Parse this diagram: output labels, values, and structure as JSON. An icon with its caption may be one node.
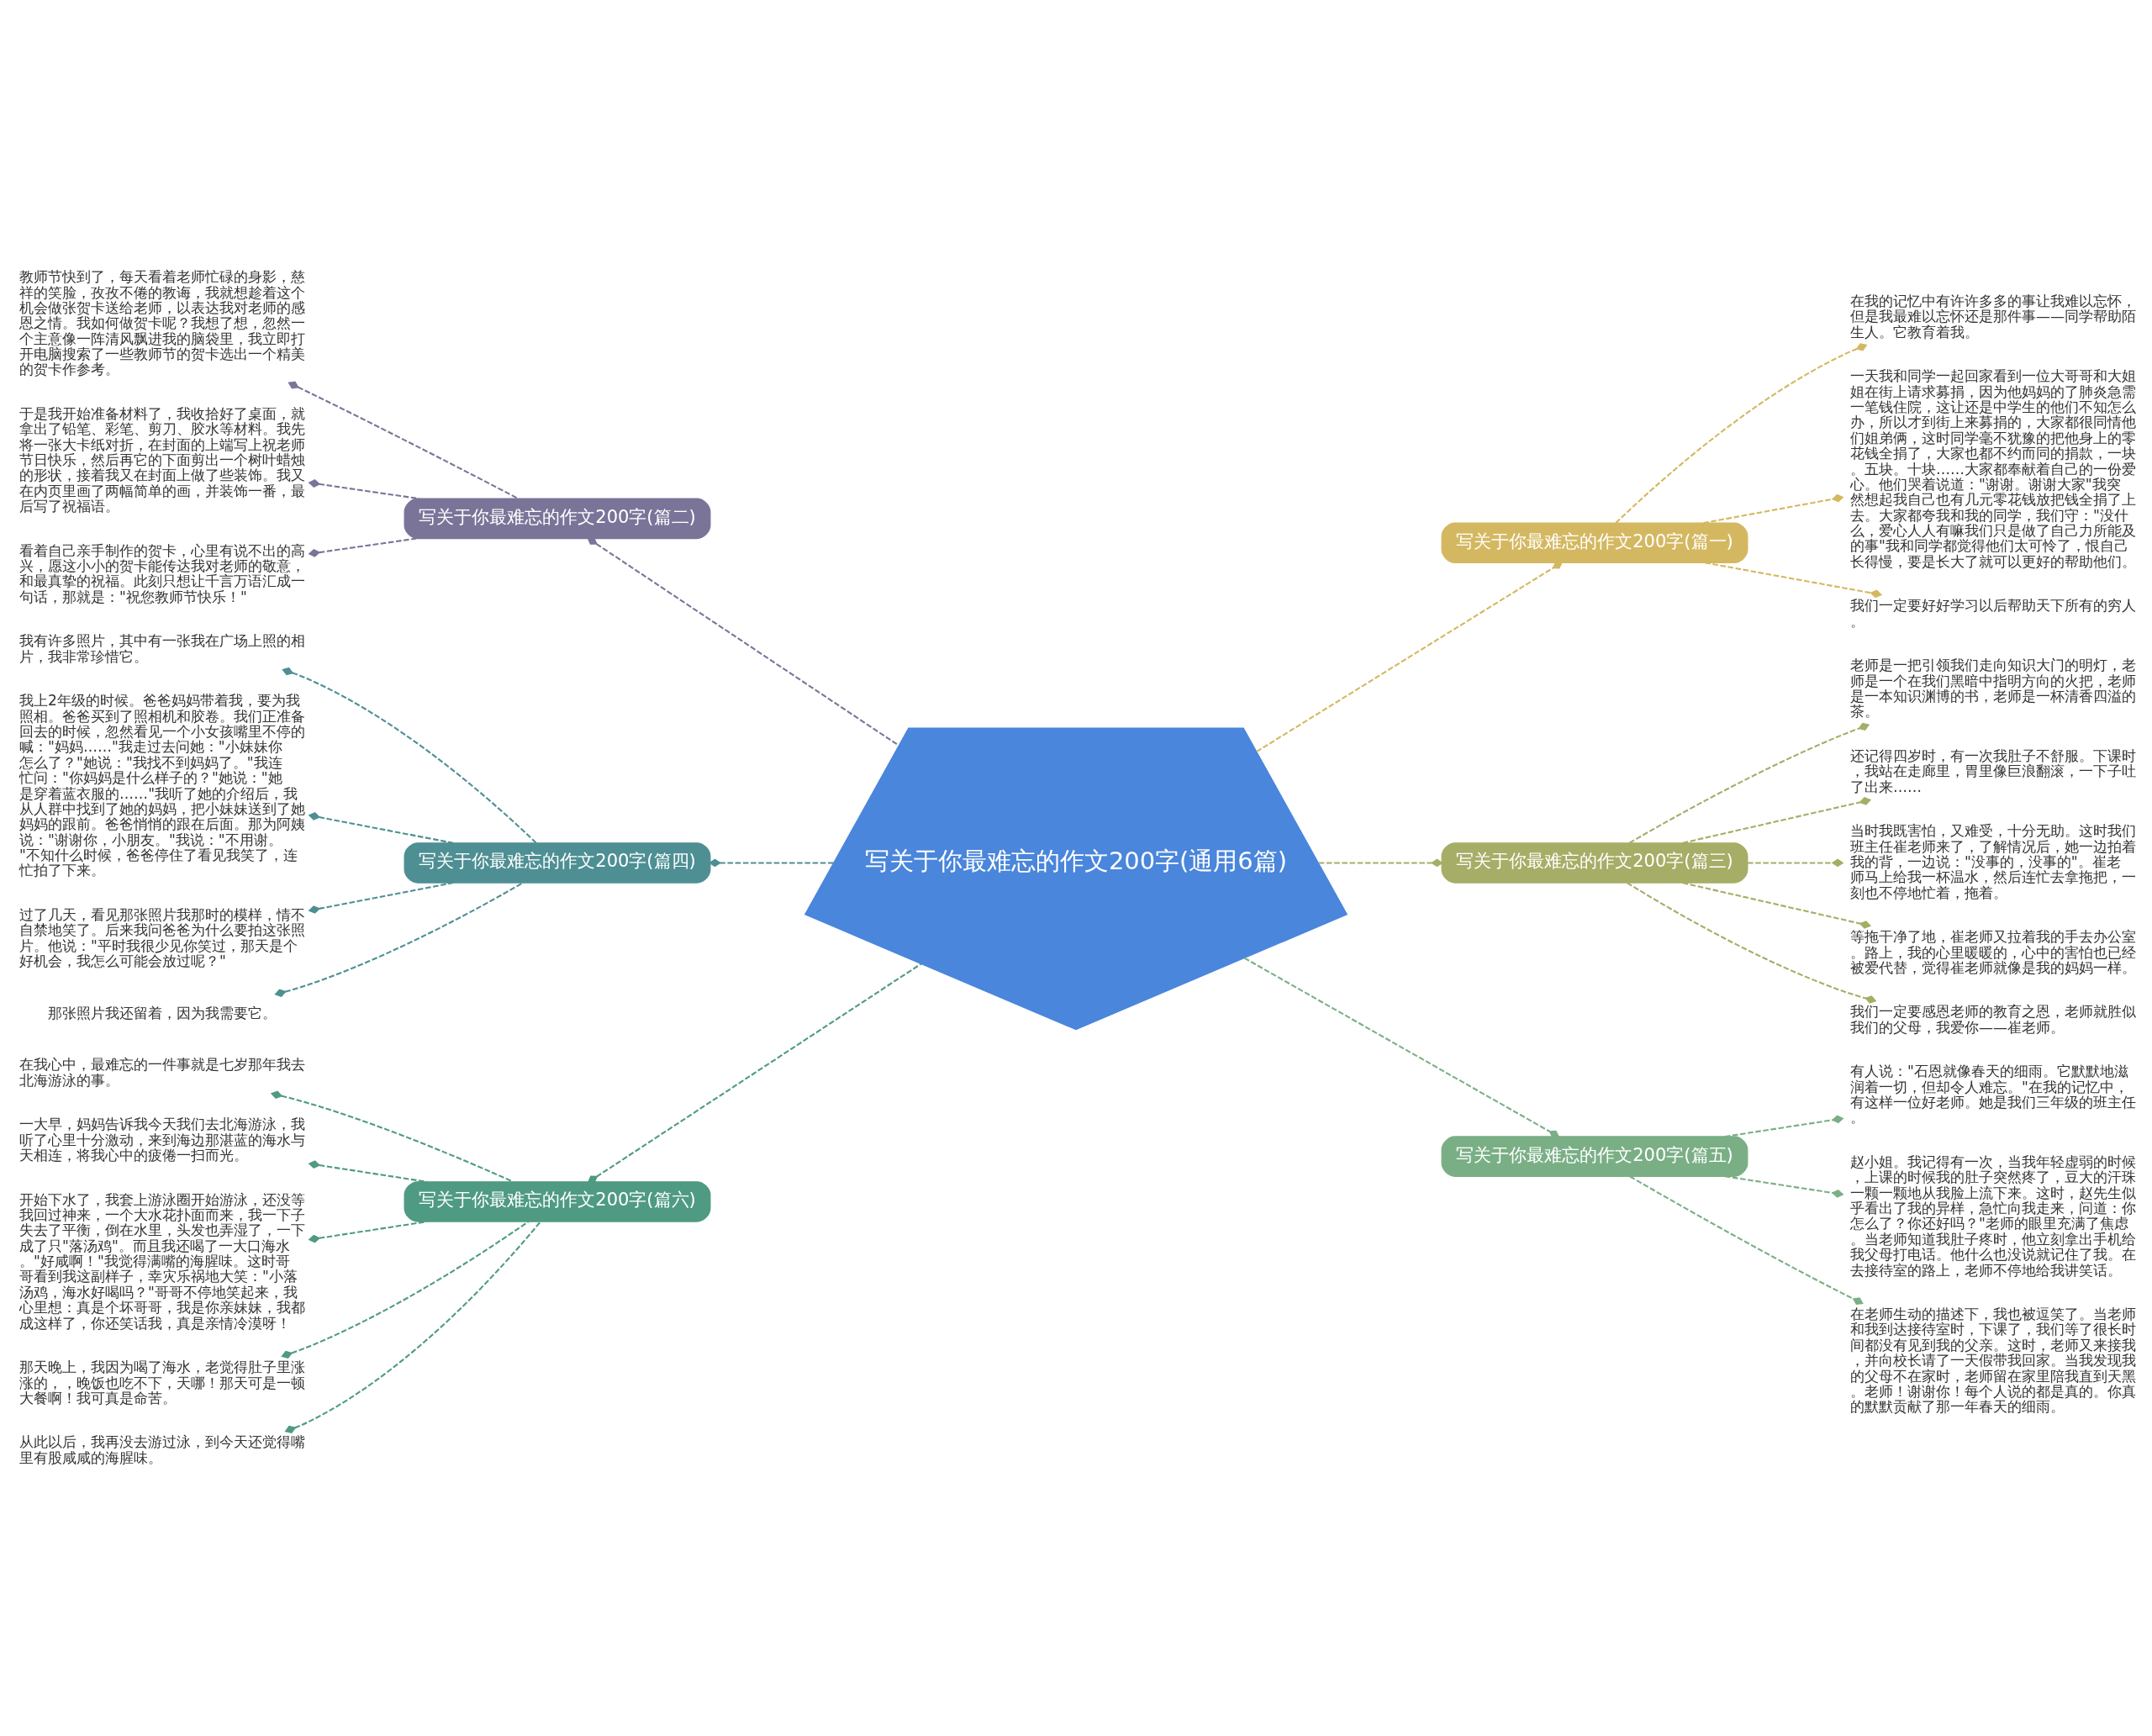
{
  "diagram": {
    "nodes": [
      {
        "text": [
          "写关于你最难忘的作文200字(通用6篇)"
        ]
      },
      {
        "text": [
          "写关于你最难忘的作文200字(篇二)"
        ]
      },
      {
        "text": [
          "教师节快到了，每天看着老师忙碌的身影，慈祥的笑脸，孜孜不倦的教诲，我就想趁着这个机会做张贺卡送给老师，以表达我对老师的感恩之情。我如何做贺卡呢？我想了想，忽然一个主意像一阵清风飘进我的脑袋里，我立即打开电脑搜索了一些教师节的贺卡选出一个精美的贺卡作参考。"
        ]
      },
      {
        "text": [
          "于是我开始准备材料了，我收拾好了桌面，就拿出了铅笔、彩笔、剪刀、胶水等材料。我先将一张大卡纸对折，在封面的上端写上祝老师节日快乐，然后再它的下面剪出一个树叶蜡烛的形状，接着我又在封面上做了些装饰。我又在内页里画了两幅简单的画，并装饰一番，最后写了祝福语。"
        ]
      },
      {
        "text": [
          "看着自己亲手制作的贺卡，心里有说不出的高兴，愿这小小的贺卡能传达我对老师的敬意，和最真挚的祝福。此刻只想让千言万语汇成一句话，那就是：\"祝您教师节快乐！\""
        ]
      },
      {
        "text": [
          "写关于你最难忘的作文200字(篇一)"
        ]
      },
      {
        "text": [
          "在我的记忆中有许许多多的事让我难以忘怀，但是我最难以忘怀还是那件事——同学帮助陌生人。它教育着我。"
        ]
      },
      {
        "text": [
          "一天我和同学一起回家看到一位大哥哥和大姐姐在街上请求募捐，因为他妈妈的了肺炎急需一笔钱住院，这让还是中学生的他们不知怎么办，所以才到街上来募捐的，大家都很同情他们姐弟俩，这时同学毫不犹豫的把他身上的零花钱全捐了，大家也都不约而同的捐款，一块。五块。十块……大家都奉献着自己的一份爱心。他们哭着说道：\"谢谢。谢谢大家\"我突然想起我自己也有几元零花钱放把钱全捐了上去。大家都夸我和我的同学，我们守：\"没什么，爱心人人有嘛我们只是做了自己力所能及的事\"我和同学都觉得他们太可怜了，恨自己长得慢，要是长大了就可以更好的帮助他们。"
        ]
      },
      {
        "text": [
          "我们一定要好好学习以后帮助天下所有的穷人。"
        ]
      },
      {
        "text": [
          "写关于你最难忘的作文200字(篇四)"
        ]
      },
      {
        "text": [
          "我有许多照片，其中有一张我在广场上照的相片，我非常珍惜它。"
        ]
      },
      {
        "text": [
          "我上2年级的时候。爸爸妈妈带着我，要为我照相。爸爸买到了照相机和胶卷。我们正准备回去的时候，忽然看见一个小女孩嘴里不停的喊：\"妈妈……\"我走过去问她：\"小妹妹你怎么了？\"她说：\"我找不到妈妈了。\"我连忙问：\"你妈妈是什么样子的？\"她说：\"她是穿着蓝衣服的……\"我听了她的介绍后，我从人群中找到了她的妈妈，把小妹妹送到了她妈妈的跟前。爸爸悄悄的跟在后面。那为阿姨说：\"谢谢你，小朋友。\"我说：\"不用谢。\"不知什么时候，爸爸停住了看见我笑了，连忙拍了下来。"
        ]
      },
      {
        "text": [
          "过了几天，看见那张照片我那时的模样，情不自禁地笑了。后来我问爸爸为什么要拍这张照片。他说：\"平时我很少见你笑过，那天是个好机会，我怎么可能会放过呢？\""
        ]
      },
      {
        "text": [
          "那张照片我还留着，因为我需要它。"
        ]
      },
      {
        "text": [
          "写关于你最难忘的作文200字(篇三)"
        ]
      },
      {
        "text": [
          "老师是一把引领我们走向知识大门的明灯，老师是一个在我们黑暗中指明方向的火把，老师是一本知识渊博的书，老师是一杯清香四溢的茶。"
        ]
      },
      {
        "text": [
          "还记得四岁时，有一次我肚子不舒服。下课时，我站在走廊里，胃里像巨浪翻滚，一下子吐了出来……"
        ]
      },
      {
        "text": [
          "当时我既害怕，又难受，十分无助。这时我们班主任崔老师来了，了解情况后，她一边拍着我的背，一边说：\"没事的，没事的\"。崔老师马上给我一杯温水，然后连忙去拿拖把，一刻也不停地忙着，拖着。"
        ]
      },
      {
        "text": [
          "等拖干净了地，崔老师又拉着我的手去办公室。路上，我的心里暖暖的，心中的害怕也已经被爱代替，觉得崔老师就像是我的妈妈一样。"
        ]
      },
      {
        "text": [
          "我们一定要感恩老师的教育之恩，老师就胜似我们的父母，我爱你——崔老师。"
        ]
      },
      {
        "text": [
          "写关于你最难忘的作文200字(篇六)"
        ]
      },
      {
        "text": [
          "在我心中，最难忘的一件事就是七岁那年我去北海游泳的事。"
        ]
      },
      {
        "text": [
          "一大早，妈妈告诉我今天我们去北海游泳，我听了心里十分激动，来到海边那湛蓝的海水与天相连，将我心中的疲倦一扫而光。"
        ]
      },
      {
        "text": [
          "开始下水了，我套上游泳圈开始游泳，还没等我回过神来，一个大水花扑面而来，我一下子失去了平衡，倒在水里，头发也弄湿了，一下成了只\"落汤鸡\"。而且我还喝了一大口海水。\"好咸啊！\"我觉得满嘴的海腥味。这时哥哥看到我这副样子，幸灾乐祸地大笑：\"小落汤鸡，海水好喝吗？\"哥哥不停地笑起来，我心里想：真是个坏哥哥，我是你亲妹妹，我都成这样了，你还笑话我，真是亲情冷漠呀！"
        ]
      },
      {
        "text": [
          "那天晚上，我因为喝了海水，老觉得肚子里涨涨的，，晚饭也吃不下，天哪！那天可是一顿大餐啊！我可真是命苦。"
        ]
      },
      {
        "text": [
          "从此以后，我再没去游过泳，到今天还觉得嘴里有股咸咸的海腥味。"
        ]
      },
      {
        "text": [
          "写关于你最难忘的作文200字(篇五)"
        ]
      },
      {
        "text": [
          "有人说：\"石恩就像春天的细雨。它默默地滋润着一切，但却令人难忘。\"在我的记忆中，有这样一位好老师。她是我们三年级的班主任。"
        ]
      },
      {
        "text": [
          "赵小姐。我记得有一次，当我年轻虚弱的时候，上课的时候我的肚子突然疼了，豆大的汗珠一颗一颗地从我脸上流下来。这时，赵先生似乎看出了我的异样，急忙向我走来，问道：你怎么了？你还好吗？\"老师的眼里充满了焦虑。当老师知道我肚子疼时，他立刻拿出手机给我父母打电话。他什么也没说就记住了我。在去接待室的路上，老师不停地给我讲笑话。"
        ]
      },
      {
        "text": [
          "在老师生动的描述下，我也被逗笑了。当老师和我到达接待室时，下课了，我们等了很长时间都没有见到我的父亲。这时，老师又来接我，并向校长请了一天假带我回家。当我发现我的父母不在家时，老师留在家里陪我直到天黑。老师！谢谢你！每个人说的都是真的。你真的默默贡献了那一年春天的细雨。"
        ]
      }
    ],
    "edges": [
      {
        "from": 0,
        "to": 1,
        "arrow": "other",
        "color": "#7b7499"
      },
      {
        "from": 1,
        "to": 2,
        "arrow": "other",
        "color": "#7b7499"
      },
      {
        "from": 1,
        "to": 3,
        "arrow": "other",
        "color": "#7b7499"
      },
      {
        "from": 1,
        "to": 4,
        "arrow": "other",
        "color": "#7b7499"
      },
      {
        "from": 0,
        "to": 5,
        "arrow": "other",
        "color": "#d4b861"
      },
      {
        "from": 5,
        "to": 6,
        "arrow": "other",
        "color": "#d4b861"
      },
      {
        "from": 5,
        "to": 7,
        "arrow": "other",
        "color": "#d4b861"
      },
      {
        "from": 5,
        "to": 8,
        "arrow": "other",
        "color": "#d4b861"
      },
      {
        "from": 0,
        "to": 9,
        "arrow": "other",
        "color": "#4e8f94"
      },
      {
        "from": 9,
        "to": 10,
        "arrow": "other",
        "color": "#4e8f94"
      },
      {
        "from": 9,
        "to": 11,
        "arrow": "other",
        "color": "#4e8f94"
      },
      {
        "from": 9,
        "to": 12,
        "arrow": "other",
        "color": "#4e8f94"
      },
      {
        "from": 9,
        "to": 13,
        "arrow": "other",
        "color": "#4e8f94"
      },
      {
        "from": 0,
        "to": 14,
        "arrow": "other",
        "color": "#a6ad66"
      },
      {
        "from": 14,
        "to": 15,
        "arrow": "other",
        "color": "#a6ad66"
      },
      {
        "from": 14,
        "to": 16,
        "arrow": "other",
        "color": "#a6ad66"
      },
      {
        "from": 14,
        "to": 17,
        "arrow": "other",
        "color": "#a6ad66"
      },
      {
        "from": 14,
        "to": 18,
        "arrow": "other",
        "color": "#a6ad66"
      },
      {
        "from": 14,
        "to": 19,
        "arrow": "other",
        "color": "#a6ad66"
      },
      {
        "from": 0,
        "to": 20,
        "arrow": "other",
        "color": "#4f9a83"
      },
      {
        "from": 20,
        "to": 21,
        "arrow": "other",
        "color": "#4f9a83"
      },
      {
        "from": 20,
        "to": 22,
        "arrow": "other",
        "color": "#4f9a83"
      },
      {
        "from": 20,
        "to": 23,
        "arrow": "other",
        "color": "#4f9a83"
      },
      {
        "from": 20,
        "to": 24,
        "arrow": "other",
        "color": "#4f9a83"
      },
      {
        "from": 20,
        "to": 25,
        "arrow": "other",
        "color": "#4f9a83"
      },
      {
        "from": 0,
        "to": 26,
        "arrow": "other",
        "color": "#7aaf86"
      },
      {
        "from": 26,
        "to": 27,
        "arrow": "other",
        "color": "#7aaf86"
      },
      {
        "from": 26,
        "to": 28,
        "arrow": "other",
        "color": "#7aaf86"
      },
      {
        "from": 26,
        "to": 29,
        "arrow": "other",
        "color": "#7aaf86"
      }
    ]
  }
}
